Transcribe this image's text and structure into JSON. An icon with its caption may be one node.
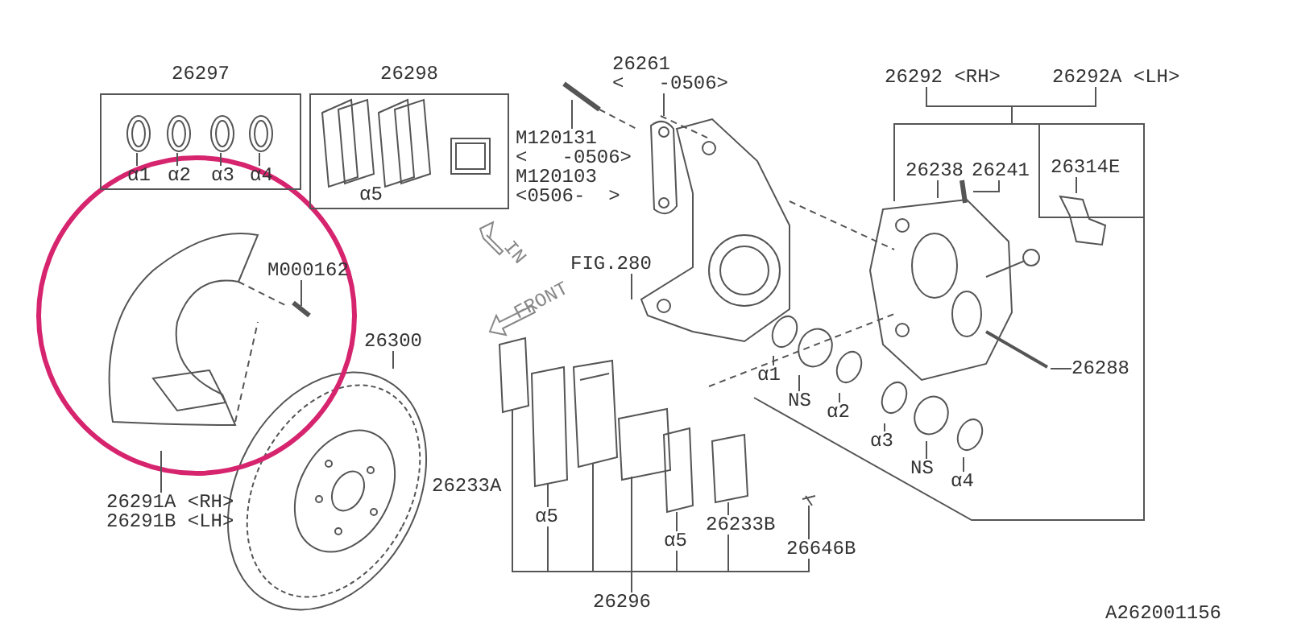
{
  "diagram": {
    "nodes": [
      {
        "text": [
          "26297"
        ]
      },
      {
        "text": [
          "α1"
        ],
        "in": 0
      },
      {
        "text": [
          "α2"
        ],
        "in": 0
      },
      {
        "text": [
          "α3"
        ],
        "in": 0
      },
      {
        "text": [
          "α4"
        ],
        "in": 0
      },
      {
        "text": [
          "26298"
        ]
      },
      {
        "text": [
          "α5"
        ],
        "in": 5
      },
      {
        "text": [
          "M120131",
          "<   -0506>"
        ]
      },
      {
        "text": [
          "M120103",
          "<0506-  >"
        ]
      },
      {
        "text": [
          "26261",
          "<   -0506>"
        ]
      },
      {
        "text": [
          "FIG.280"
        ]
      },
      {
        "text": [
          "M000162"
        ]
      },
      {
        "text": [
          "26300"
        ]
      },
      {
        "text": [
          "26291A <RH>",
          "26291B <LH>"
        ]
      },
      {
        "text": [
          "26292 <RH>"
        ]
      },
      {
        "text": [
          "26292A <LH>"
        ]
      },
      {
        "text": [
          "26238"
        ]
      },
      {
        "text": [
          "26241"
        ]
      },
      {
        "text": [
          "26314E"
        ]
      },
      {
        "text": [
          "26288"
        ]
      },
      {
        "text": [
          "α1"
        ]
      },
      {
        "text": [
          "NS"
        ]
      },
      {
        "text": [
          "α2"
        ]
      },
      {
        "text": [
          "α3"
        ]
      },
      {
        "text": [
          "NS"
        ]
      },
      {
        "text": [
          "α4"
        ]
      },
      {
        "text": [
          "26233A"
        ]
      },
      {
        "text": [
          "α5"
        ]
      },
      {
        "text": [
          "α5"
        ]
      },
      {
        "text": [
          "26233B"
        ]
      },
      {
        "text": [
          "26646B"
        ]
      },
      {
        "text": [
          "26296"
        ]
      },
      {
        "text": [],
        "shape": "ring",
        "in": 0
      },
      {
        "text": [],
        "shape": "ring",
        "in": 0
      },
      {
        "text": [],
        "shape": "ring",
        "in": 0
      },
      {
        "text": [],
        "shape": "ring",
        "in": 0
      }
    ],
    "edges": [
      {
        "from": 1,
        "to": 32,
        "arrow": "none"
      },
      {
        "from": 2,
        "to": 33,
        "arrow": "none"
      },
      {
        "from": 3,
        "to": 34,
        "arrow": "none"
      },
      {
        "from": 4,
        "to": 35,
        "arrow": "none"
      },
      {
        "from": 7,
        "to": null,
        "arrow": "none"
      },
      {
        "from": 9,
        "to": null,
        "arrow": "none"
      },
      {
        "from": 10,
        "to": null,
        "arrow": "none"
      },
      {
        "from": 11,
        "to": null,
        "arrow": "none"
      },
      {
        "from": 12,
        "to": null,
        "arrow": "none"
      },
      {
        "from": 13,
        "to": null,
        "arrow": "none"
      },
      {
        "from": 14,
        "to": null,
        "arrow": "none"
      },
      {
        "from": 15,
        "to": null,
        "arrow": "none"
      },
      {
        "from": 16,
        "to": null,
        "arrow": "none"
      },
      {
        "from": 17,
        "to": null,
        "arrow": "none"
      },
      {
        "from": 18,
        "to": null,
        "arrow": "none"
      },
      {
        "from": 19,
        "to": null,
        "arrow": "none"
      },
      {
        "from": 20,
        "to": null,
        "arrow": "none"
      },
      {
        "from": 21,
        "to": null,
        "arrow": "none"
      },
      {
        "from": 22,
        "to": null,
        "arrow": "none"
      },
      {
        "from": 23,
        "to": null,
        "arrow": "none"
      },
      {
        "from": 24,
        "to": null,
        "arrow": "none"
      },
      {
        "from": 25,
        "to": null,
        "arrow": "none"
      },
      {
        "from": 27,
        "to": null,
        "arrow": "none"
      },
      {
        "from": 28,
        "to": null,
        "arrow": "none"
      },
      {
        "from": 29,
        "to": null,
        "arrow": "none"
      },
      {
        "from": 30,
        "to": null,
        "arrow": "none"
      },
      {
        "from": 31,
        "to": null,
        "arrow": "none"
      },
      {
        "from": 31,
        "to": null,
        "arrow": "none"
      },
      {
        "from": 31,
        "to": null,
        "arrow": "none"
      },
      {
        "from": 31,
        "to": 27,
        "arrow": "none"
      },
      {
        "from": 31,
        "to": 28,
        "arrow": "none"
      },
      {
        "from": 31,
        "to": 29,
        "arrow": "none"
      },
      {
        "from": 31,
        "to": 30,
        "arrow": "none"
      }
    ],
    "labels": [
      "IN",
      "FRONT",
      "A262001156"
    ]
  }
}
